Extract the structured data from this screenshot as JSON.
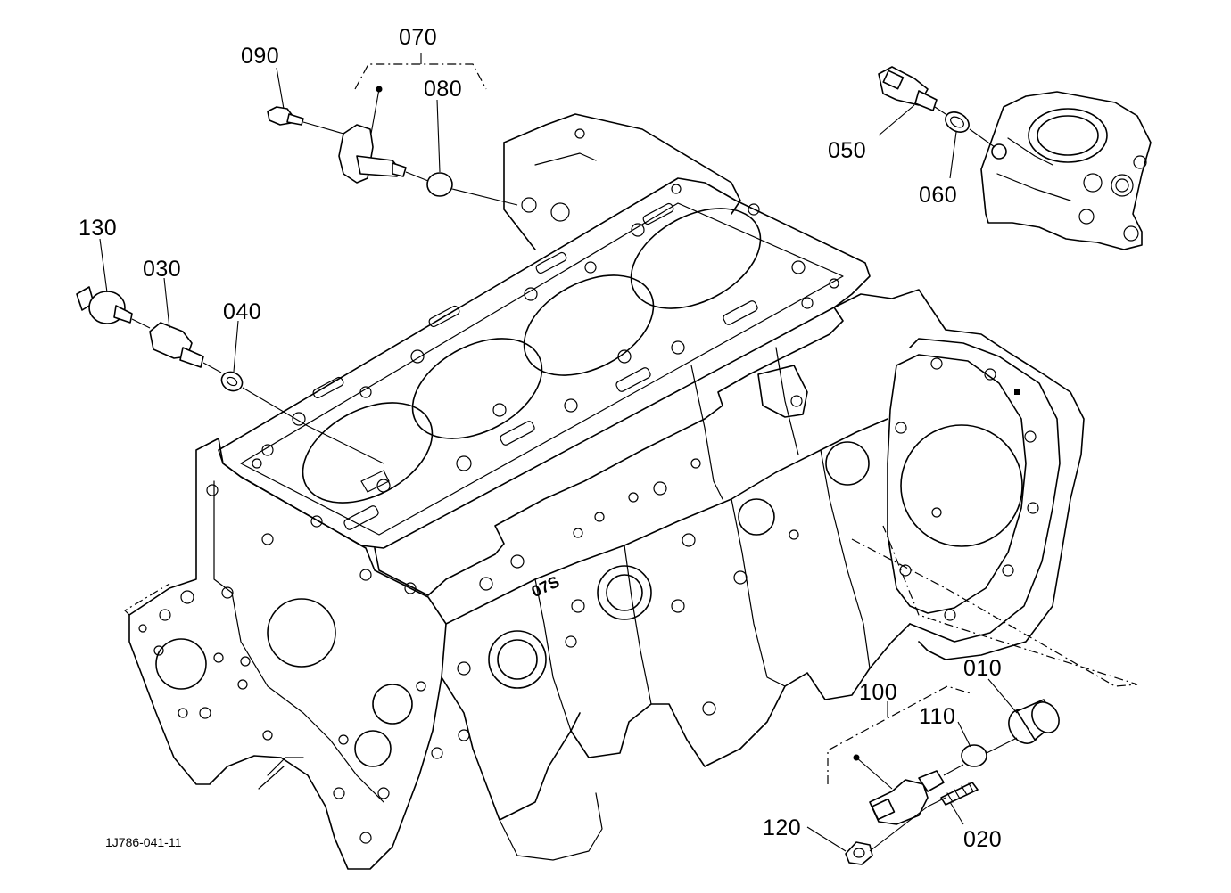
{
  "figure_code": "1J786-041-11",
  "callouts": {
    "c010": "010",
    "c020": "020",
    "c030": "030",
    "c040": "040",
    "c050": "050",
    "c060": "060",
    "c070": "070",
    "c080": "080",
    "c090": "090",
    "c100": "100",
    "c110": "110",
    "c120": "120",
    "c130": "130"
  },
  "marking": "07S"
}
